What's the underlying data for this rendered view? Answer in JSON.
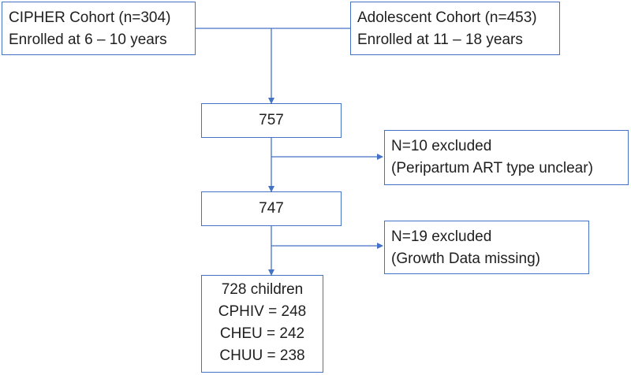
{
  "boxes": {
    "cipher": {
      "line1": "CIPHER Cohort (n=304)",
      "line2": "Enrolled at 6 – 10 years"
    },
    "adolescent": {
      "line1": "Adolescent Cohort (n=453)",
      "line2": "Enrolled at 11 – 18 years"
    },
    "combined": {
      "label": "757"
    },
    "exclusion_1": {
      "line1": "N=10 excluded",
      "line2": "(Peripartum ART type unclear)"
    },
    "after_exclusion_1": {
      "label": "747"
    },
    "exclusion_2": {
      "line1": "N=19 excluded",
      "line2": "(Growth Data missing)"
    },
    "final": {
      "line1": "728 children",
      "line2": "CPHIV = 248",
      "line3": "CHEU = 242",
      "line4": "CHUU = 238"
    }
  },
  "colors": {
    "border": "#4472c4",
    "arrow": "#4472c4",
    "text": "#1f1f1f"
  }
}
